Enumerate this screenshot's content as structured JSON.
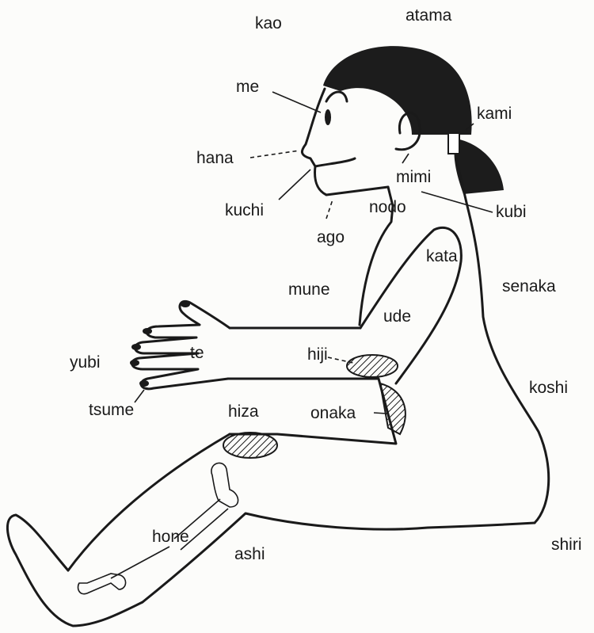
{
  "labels": {
    "kao": "kao",
    "atama": "atama",
    "me": "me",
    "kami": "kami",
    "hana": "hana",
    "mimi": "mimi",
    "kuchi": "kuchi",
    "nodo": "nodo",
    "kubi": "kubi",
    "ago": "ago",
    "kata": "kata",
    "mune": "mune",
    "senaka": "senaka",
    "ude": "ude",
    "te": "te",
    "hiji": "hiji",
    "yubi": "yubi",
    "koshi": "koshi",
    "tsume": "tsume",
    "hiza": "hiza",
    "onaka": "onaka",
    "hone": "hone",
    "ashi": "ashi",
    "shiri": "shiri"
  }
}
